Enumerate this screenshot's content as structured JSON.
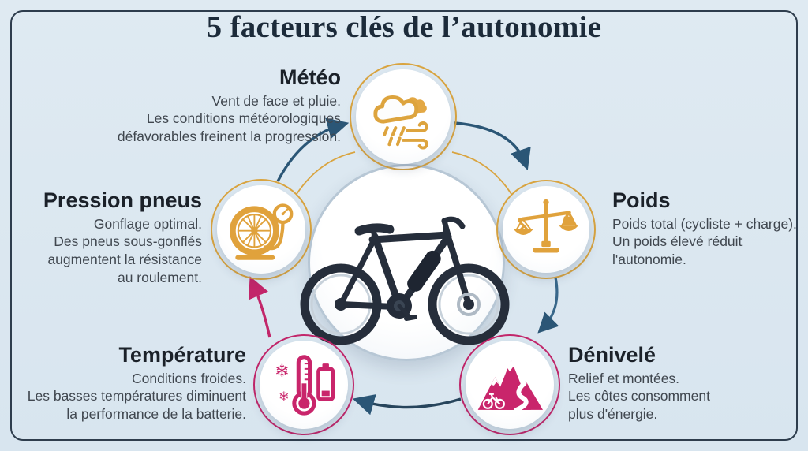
{
  "title": "5 facteurs clés de l’autonomie",
  "center": {
    "illustration": "electric-bike"
  },
  "factors": {
    "meteo": {
      "title": "Météo",
      "lines": [
        "Vent de face et pluie.",
        "Les conditions météorologiques",
        "défavorables freinent la progression."
      ],
      "icon": "cloud-rain-wind-icon",
      "accent": "#D9A440"
    },
    "poids": {
      "title": "Poids",
      "lines": [
        "Poids total (cycliste + charge).",
        "Un poids élevé réduit",
        "l'autonomie."
      ],
      "icon": "balance-scale-icon",
      "accent": "#D9A440"
    },
    "denivele": {
      "title": "Dénivelé",
      "lines": [
        "Relief et montées.",
        "Les côtes consomment",
        "plus d'énergie."
      ],
      "icon": "mountain-road-icon",
      "accent": "#C2266A"
    },
    "temperature": {
      "title": "Température",
      "lines": [
        "Conditions froides.",
        "Les basses températures diminuent",
        "la performance de la batterie."
      ],
      "icon": "thermometer-battery-icon",
      "accent": "#C2266A"
    },
    "pression": {
      "title": "Pression pneus",
      "lines": [
        "Gonflage optimal.",
        "Des pneus sous-gonflés",
        "augmentent la résistance",
        "au roulement."
      ],
      "icon": "tire-pressure-gauge-icon",
      "accent": "#D9A440"
    }
  },
  "colors": {
    "background": "#DCE8F1",
    "frame_border": "#2E3D4D",
    "title_text": "#1C2B3A",
    "gold_accent": "#D9A440",
    "pink_accent": "#C2266A",
    "navy_arrow": "#2B5676",
    "body_text": "#40474F"
  }
}
